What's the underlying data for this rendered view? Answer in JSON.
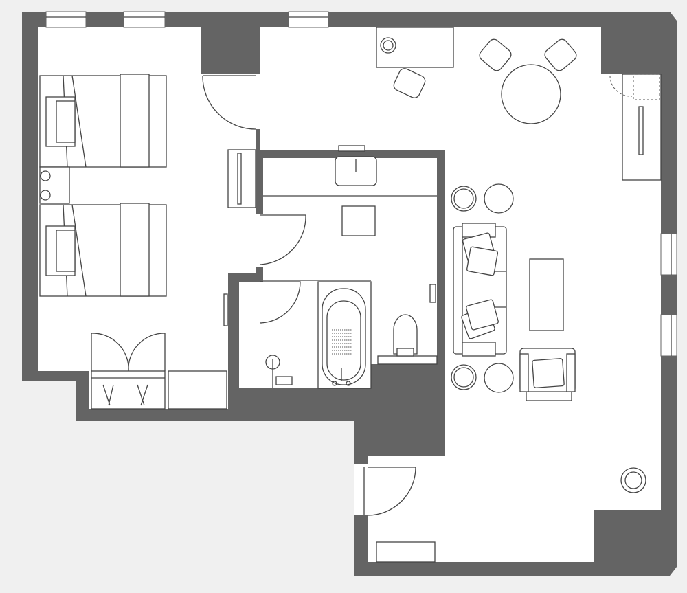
{
  "colors": {
    "wall": "#646464",
    "floor": "#ffffff",
    "background": "#f0f0f0",
    "line": "#444444"
  },
  "rooms": [
    "bedroom",
    "bathroom",
    "shower-room",
    "living-room"
  ],
  "furniture": [
    "twin-beds",
    "nightstand",
    "wardrobe",
    "desk",
    "dining-table",
    "chairs",
    "sofa",
    "coffee-table",
    "armchair",
    "side-tables",
    "floor-lamp",
    "sink",
    "toilet",
    "bathtub",
    "shower",
    "cabinet"
  ]
}
